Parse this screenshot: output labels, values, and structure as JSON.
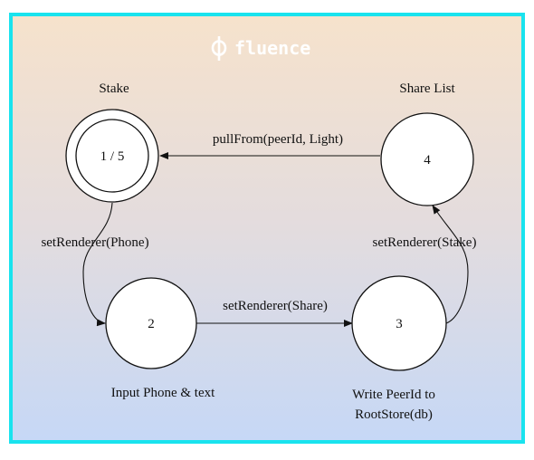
{
  "logo": {
    "text": "fluence",
    "icon": "phi-icon",
    "color": "#ffffff"
  },
  "frame": {
    "border_color": "#19e3ee",
    "gradient_top": "#f6e2cc",
    "gradient_bottom": "#c6d8f6"
  },
  "states": [
    {
      "id": "s1",
      "number": "1 / 5",
      "title": "Stake",
      "final": true
    },
    {
      "id": "s2",
      "number": "2",
      "caption": "Input Phone & text"
    },
    {
      "id": "s3",
      "number": "3",
      "caption_line1": "Write PeerId to",
      "caption_line2": "RootStore(db)"
    },
    {
      "id": "s4",
      "number": "4",
      "title": "Share List"
    }
  ],
  "transitions": [
    {
      "from": "s1",
      "to": "s2",
      "label": "setRenderer(Phone)"
    },
    {
      "from": "s2",
      "to": "s3",
      "label": "setRenderer(Share)"
    },
    {
      "from": "s3",
      "to": "s4",
      "label": "setRenderer(Stake)"
    },
    {
      "from": "s4",
      "to": "s1",
      "label": "pullFrom(peerId, Light)"
    }
  ]
}
